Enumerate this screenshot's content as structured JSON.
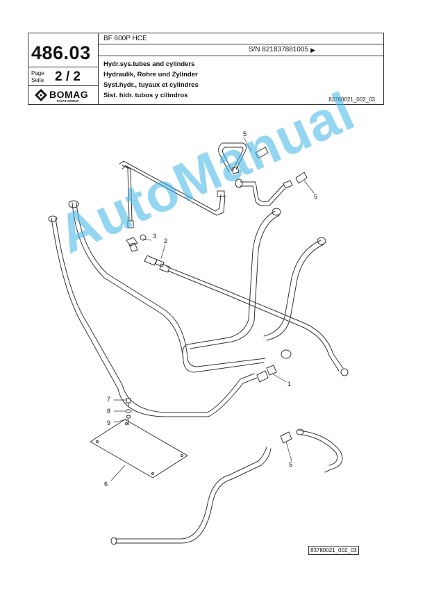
{
  "header": {
    "part_number": "486.03",
    "page_label_1": "Page",
    "page_label_2": "Seite",
    "page_value": "2 / 2",
    "logo_word": "BOMAG",
    "logo_sub": "FAYAT GROUP",
    "model": "BF 600P HCE",
    "serial": "S/N 821837881005",
    "serial_arrow": "▶",
    "titles": [
      "Hydr.sys.tubes and cylinders",
      "Hydraulik, Rohre und Zylinder",
      "Syst.hydr., tuyaux et cylindres",
      "Sist. hidr. tubos y cilindros"
    ],
    "drawing_number": "83780021_002_03"
  },
  "callouts": [
    "1",
    "2",
    "3",
    "5",
    "5",
    "5",
    "6",
    "7",
    "8",
    "9"
  ],
  "watermark": "AutoManual",
  "footer": {
    "drawing_number": "83780021_002_03"
  },
  "colors": {
    "watermark": "#3cb4e6",
    "line": "#333333"
  }
}
